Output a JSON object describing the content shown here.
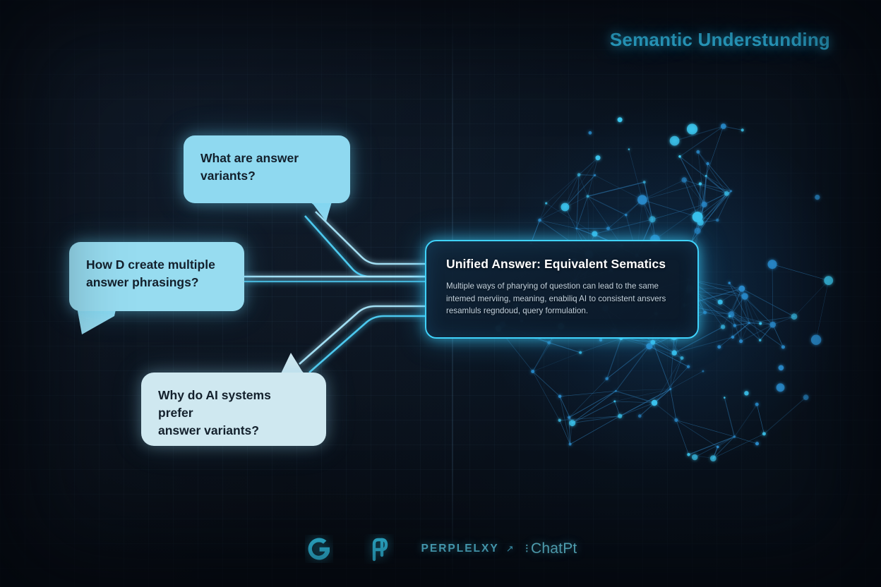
{
  "header": {
    "title": "Semantic Understunding",
    "title_color": "#34c8f5"
  },
  "bubbles": [
    {
      "id": "bubble-1",
      "line1": "What are answer",
      "line2": "variants?",
      "color": "#8fd9f0"
    },
    {
      "id": "bubble-2",
      "line1": "How D create multiple",
      "line2": "answer phrasings?",
      "color": "#97dcf0"
    },
    {
      "id": "bubble-3",
      "line1": "Why do AI systems prefer",
      "line2": "answer variants?",
      "color": "#cfe8f0"
    }
  ],
  "card": {
    "title": "Unified Answer: Equivalent Sematics",
    "body_line1": "Multiple ways of pharying of question can lead to the same",
    "body_line2": "intemed merviing, meaning, enabiliq AI to consistent ansvers",
    "body_line3": "resamluls regndoud, query formulation.",
    "border_color": "#3fd2fb"
  },
  "footer": {
    "google_icon": "google-g-icon",
    "perplexity_icon": "perplexity-p-icon",
    "brand_1": "PERPLELXY",
    "brand_arrow": "↗",
    "brand_dot": "⁝",
    "brand_2": "ChatPt",
    "accent_color": "#5fd2ee"
  },
  "graph": {
    "node_color_bright": "#3fd2fb",
    "node_color_mid": "#2a8fd0",
    "edge_color": "#2f7fb8",
    "node_count": 120,
    "edge_count": 260
  }
}
